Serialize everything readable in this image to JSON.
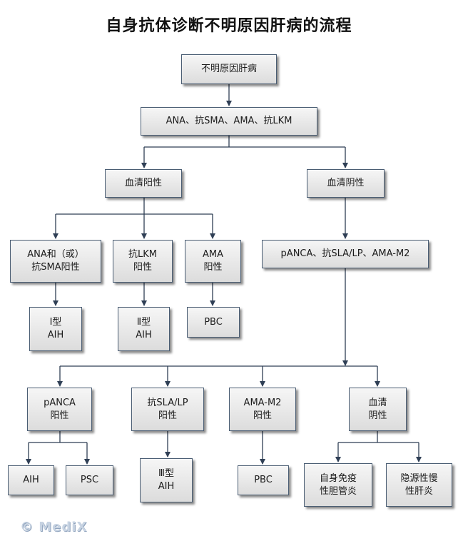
{
  "title": "自身抗体诊断不明原因肝病的流程",
  "watermark": "© MediX",
  "nodes": {
    "root": "不明原因肝病",
    "tests": "ANA、抗SMA、AMA、抗LKM",
    "seropos": "血清阳性",
    "seroneg": "血清阴性",
    "ana_sma": "ANA和（或）\n抗SMA阳性",
    "lkm": "抗LKM\n阳性",
    "ama": "AMA\n阳性",
    "neg_tests": "pANCA、抗SLA/LP、AMA-M2",
    "aih1": "Ⅰ型\nAIH",
    "aih2": "Ⅱ型\nAIH",
    "pbc1": "PBC",
    "panca": "pANCA\n阳性",
    "sla": "抗SLA/LP\n阳性",
    "amam2": "AMA-M2\n阳性",
    "neg2": "血清\n阴性",
    "aih": "AIH",
    "psc": "PSC",
    "aih3": "Ⅲ型\nAIH",
    "pbc2": "PBC",
    "autoimmune_chol": "自身免疫\n性胆管炎",
    "chronic_hep": "隐源性慢\n性肝炎"
  }
}
